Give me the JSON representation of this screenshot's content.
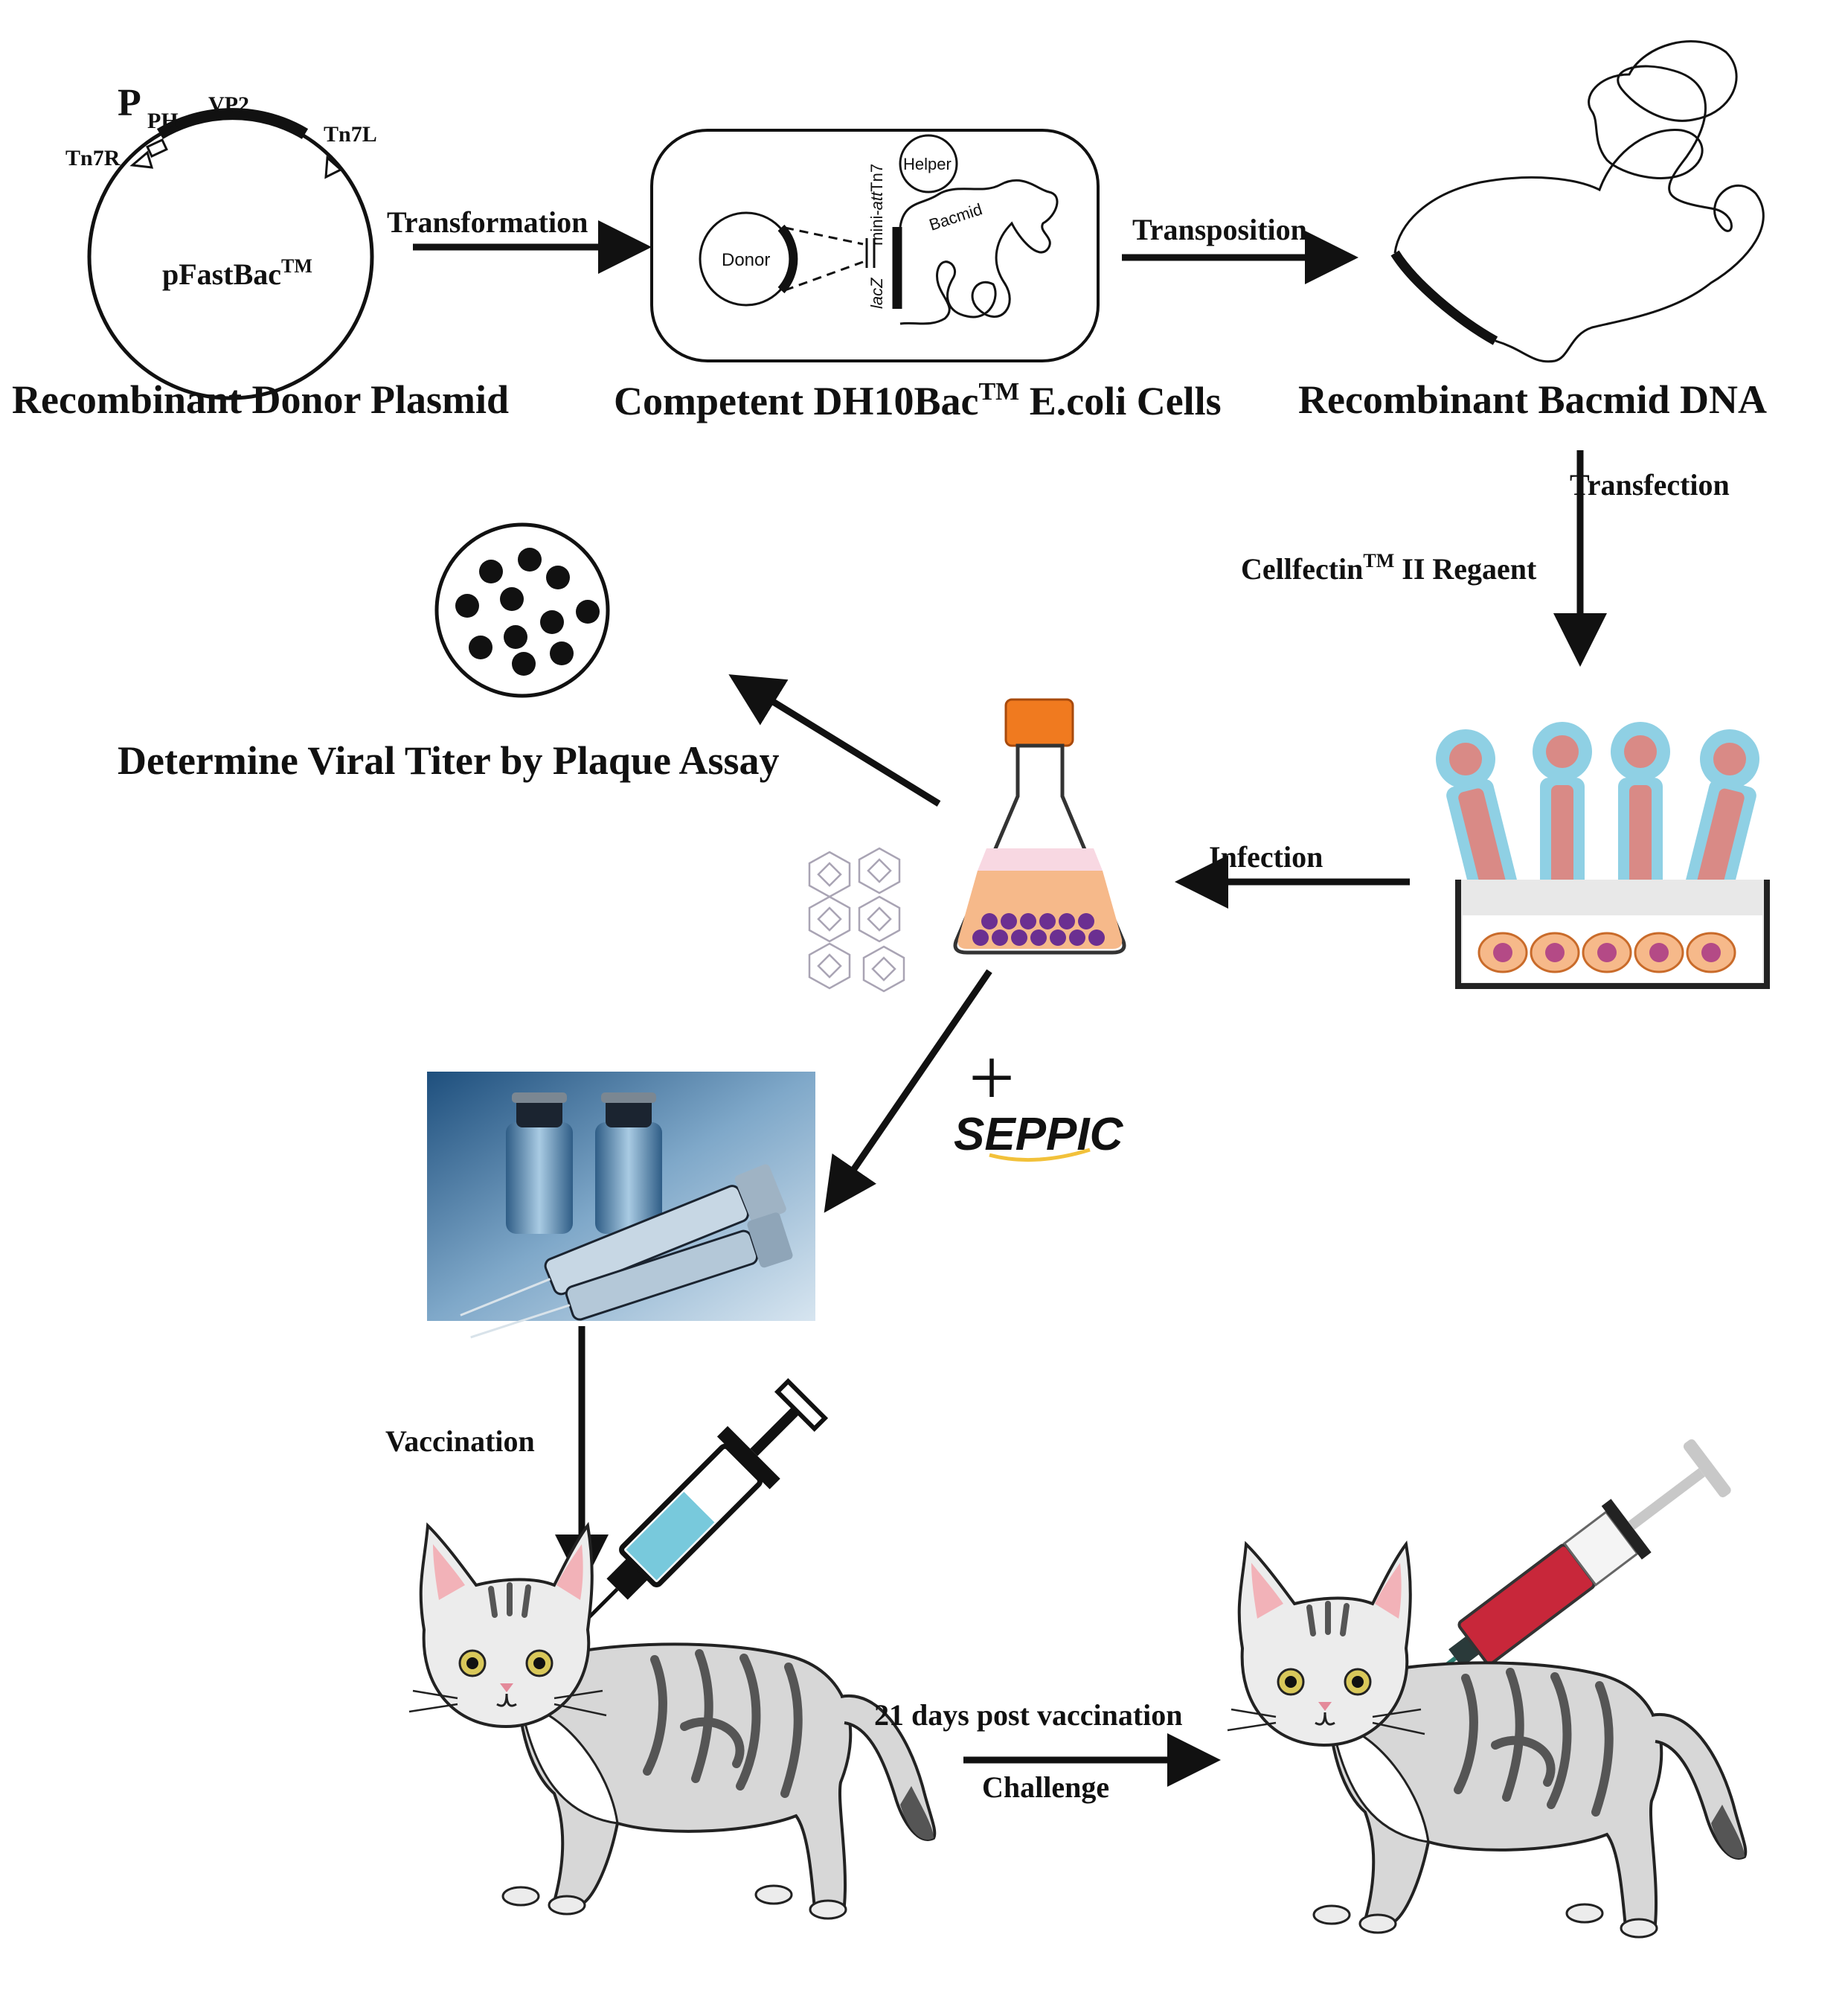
{
  "plasmid": {
    "promoter_main": "P",
    "promoter_sub": "PH",
    "gene": "VP2",
    "left_site": "Tn7R",
    "right_site": "Tn7L",
    "plasmid_name": "pFastBac",
    "tm": "TM",
    "caption": "Recombinant Donor Plasmid"
  },
  "cells": {
    "donor": "Donor",
    "helper": "Helper",
    "bacmid": "Bacmid",
    "mini_att_prefix": "mini-",
    "mini_att_italic": "att",
    "mini_att_suffix": "Tn7",
    "lacz": "lacZ",
    "caption_pre": "Competent DH10Bac",
    "caption_tm": "TM",
    "caption_post": " E.coli Cells"
  },
  "bacmid": {
    "caption": "Recombinant Bacmid DNA"
  },
  "steps": {
    "transformation": "Transformation",
    "transposition": "Transposition",
    "transfection": "Transfection",
    "reagent_pre": "Cellfectin",
    "reagent_tm": "TM",
    "reagent_post": " II Regaent",
    "infection": "Infection",
    "plaque_assay": "Determine Viral Titer by Plaque Assay",
    "vaccination": "Vaccination",
    "days_post": "21 days post vaccination",
    "challenge": "Challenge"
  },
  "adjuvant": {
    "plus": "+",
    "brand": "SEPPIC"
  },
  "colors": {
    "arrow": "#111111",
    "flask_cap": "#f07a1f",
    "medium_orange": "#f6b98a",
    "medium_pink": "#f8d8e2",
    "cell_purple": "#6b2f91",
    "virus_blue": "#8fd0e4",
    "virus_red": "#d98a86",
    "vial_blue": "#3f6f96",
    "syringe_blue": "#78c9dc",
    "syringe_red": "#c8273a",
    "cat_grey": "#9a9a9a",
    "seppic_blue": "#1f4c9a"
  }
}
